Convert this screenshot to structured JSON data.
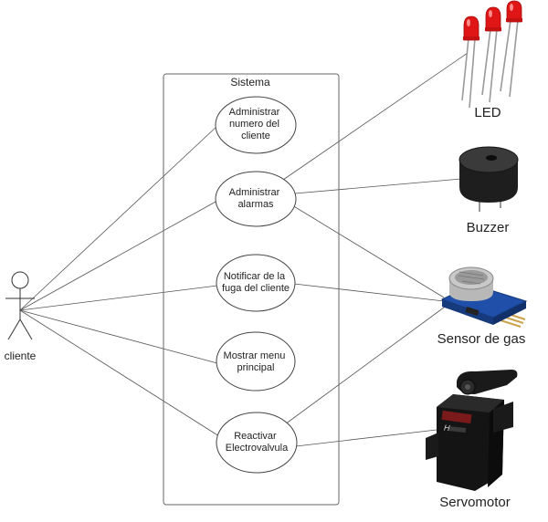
{
  "system": {
    "title": "Sistema"
  },
  "actor": {
    "label": "cliente",
    "icon": "stick-figure-icon"
  },
  "use_cases": [
    {
      "id": "uc1",
      "lines": [
        "Administrar",
        "numero del",
        "cliente"
      ]
    },
    {
      "id": "uc2",
      "lines": [
        "Administrar",
        "alarmas"
      ]
    },
    {
      "id": "uc3",
      "lines": [
        "Notificar de la",
        "fuga del cliente"
      ]
    },
    {
      "id": "uc4",
      "lines": [
        "Mostrar menu",
        "principal"
      ]
    },
    {
      "id": "uc5",
      "lines": [
        "Reactivar",
        "Electrovalvula"
      ]
    }
  ],
  "devices": [
    {
      "id": "led",
      "label": "LED",
      "icon": "led-icon"
    },
    {
      "id": "buzzer",
      "label": "Buzzer",
      "icon": "buzzer-icon"
    },
    {
      "id": "gas",
      "label": "Sensor de gas",
      "icon": "gas-sensor-icon"
    },
    {
      "id": "servo",
      "label": "Servomotor",
      "icon": "servomotor-icon"
    }
  ],
  "colors": {
    "line": "#555555",
    "led": "#e01616",
    "buzzer": "#1e1e1e",
    "sensor_board": "#1f4fa8",
    "servo": "#141414"
  }
}
